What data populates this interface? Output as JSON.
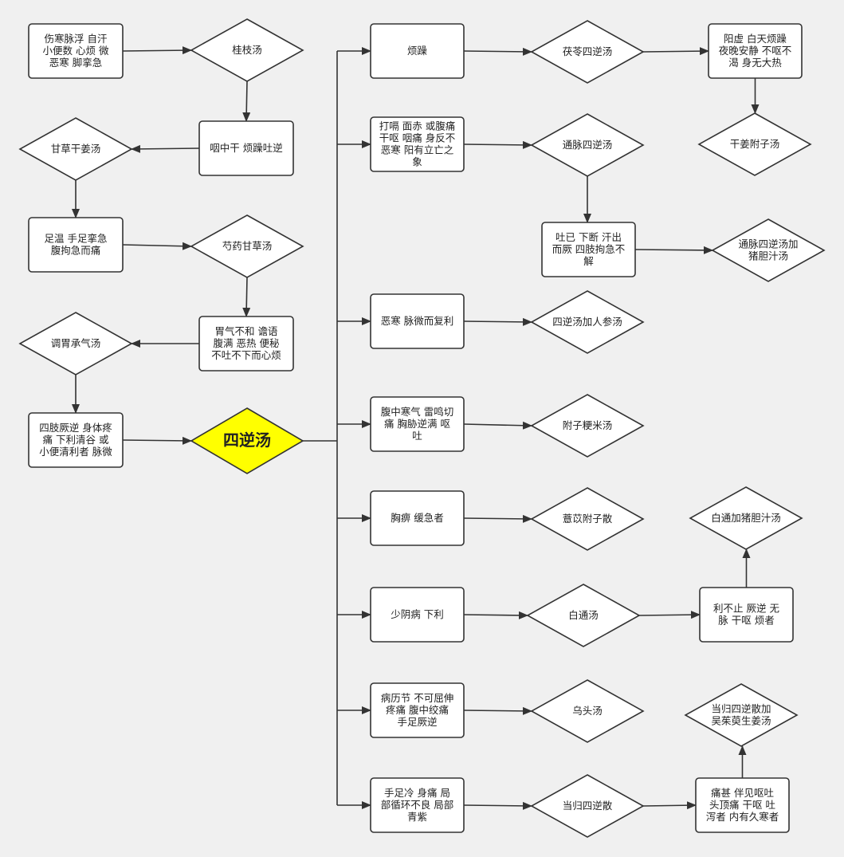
{
  "diagram": {
    "title": "",
    "accent": "#ffff00",
    "background": "#f0f0f0",
    "nodes": [
      {
        "id": "n1",
        "shape": "box",
        "lines": [
          "伤寒脉浮 自汗",
          "小便数 心烦 微",
          "恶寒 脚挛急"
        ]
      },
      {
        "id": "d1",
        "shape": "diamond",
        "lines": [
          "桂枝汤"
        ]
      },
      {
        "id": "n2",
        "shape": "box",
        "lines": [
          "咽中干 烦躁吐逆"
        ]
      },
      {
        "id": "d2",
        "shape": "diamond",
        "lines": [
          "甘草干姜汤"
        ]
      },
      {
        "id": "n3",
        "shape": "box",
        "lines": [
          "足温 手足挛急",
          "腹拘急而痛"
        ]
      },
      {
        "id": "d3",
        "shape": "diamond",
        "lines": [
          "芍药甘草汤"
        ]
      },
      {
        "id": "n4",
        "shape": "box",
        "lines": [
          "胃气不和 谵语",
          "腹满 恶热 便秘",
          "不吐不下而心烦"
        ]
      },
      {
        "id": "d4",
        "shape": "diamond",
        "lines": [
          "调胃承气汤"
        ]
      },
      {
        "id": "n5",
        "shape": "box",
        "lines": [
          "四肢厥逆 身体疼",
          "痛 下利清谷 或",
          "小便清利者 脉微"
        ]
      },
      {
        "id": "main",
        "shape": "diamond",
        "main": true,
        "lines": [
          "四逆汤"
        ]
      },
      {
        "id": "r1",
        "shape": "box",
        "lines": [
          "烦躁"
        ]
      },
      {
        "id": "rd1",
        "shape": "diamond",
        "lines": [
          "茯苓四逆汤"
        ]
      },
      {
        "id": "r1b",
        "shape": "box",
        "lines": [
          "阳虚 白天烦躁",
          "夜晚安静 不呕不",
          "渴 身无大热"
        ]
      },
      {
        "id": "r1d",
        "shape": "diamond",
        "lines": [
          "干姜附子汤"
        ]
      },
      {
        "id": "r2",
        "shape": "box",
        "lines": [
          "打嗝 面赤 或腹痛",
          "干呕 咽痛 身反不",
          "恶寒 阳有立亡之",
          "象"
        ]
      },
      {
        "id": "rd2",
        "shape": "diamond",
        "lines": [
          "通脉四逆汤"
        ]
      },
      {
        "id": "r2b",
        "shape": "box",
        "lines": [
          "吐已 下断 汗出",
          "而厥 四肢拘急不",
          "解"
        ]
      },
      {
        "id": "r2d",
        "shape": "diamond",
        "lines": [
          "通脉四逆汤加",
          "猪胆汁汤"
        ]
      },
      {
        "id": "r3",
        "shape": "box",
        "lines": [
          "恶寒 脉微而复利"
        ]
      },
      {
        "id": "rd3",
        "shape": "diamond",
        "lines": [
          "四逆汤加人参汤"
        ]
      },
      {
        "id": "r4",
        "shape": "box",
        "lines": [
          "腹中寒气 雷鸣切",
          "痛 胸胁逆满 呕",
          "吐"
        ]
      },
      {
        "id": "rd4",
        "shape": "diamond",
        "lines": [
          "附子粳米汤"
        ]
      },
      {
        "id": "r5",
        "shape": "box",
        "lines": [
          "胸痹 缓急者"
        ]
      },
      {
        "id": "rd5",
        "shape": "diamond",
        "lines": [
          "薏苡附子散"
        ]
      },
      {
        "id": "r6",
        "shape": "box",
        "lines": [
          "少阴病 下利"
        ]
      },
      {
        "id": "rd6",
        "shape": "diamond",
        "lines": [
          "白通汤"
        ]
      },
      {
        "id": "r6b",
        "shape": "box",
        "lines": [
          "利不止 厥逆 无",
          "脉 干呕 烦者"
        ]
      },
      {
        "id": "r6d",
        "shape": "diamond",
        "lines": [
          "白通加猪胆汁汤"
        ]
      },
      {
        "id": "r7",
        "shape": "box",
        "lines": [
          "病历节 不可屈伸",
          "疼痛 腹中绞痛",
          "手足厥逆"
        ]
      },
      {
        "id": "rd7",
        "shape": "diamond",
        "lines": [
          "乌头汤"
        ]
      },
      {
        "id": "r8",
        "shape": "box",
        "lines": [
          "手足冷 身痛 局",
          "部循环不良 局部",
          "青紫"
        ]
      },
      {
        "id": "rd8",
        "shape": "diamond",
        "lines": [
          "当归四逆散"
        ]
      },
      {
        "id": "r8b",
        "shape": "box",
        "lines": [
          "痛甚 伴见呕吐",
          "头顶痛 干呕 吐",
          "泻者 内有久寒者"
        ]
      },
      {
        "id": "r8d",
        "shape": "diamond",
        "lines": [
          "当归四逆散加",
          "吴茱萸生姜汤"
        ]
      }
    ]
  }
}
